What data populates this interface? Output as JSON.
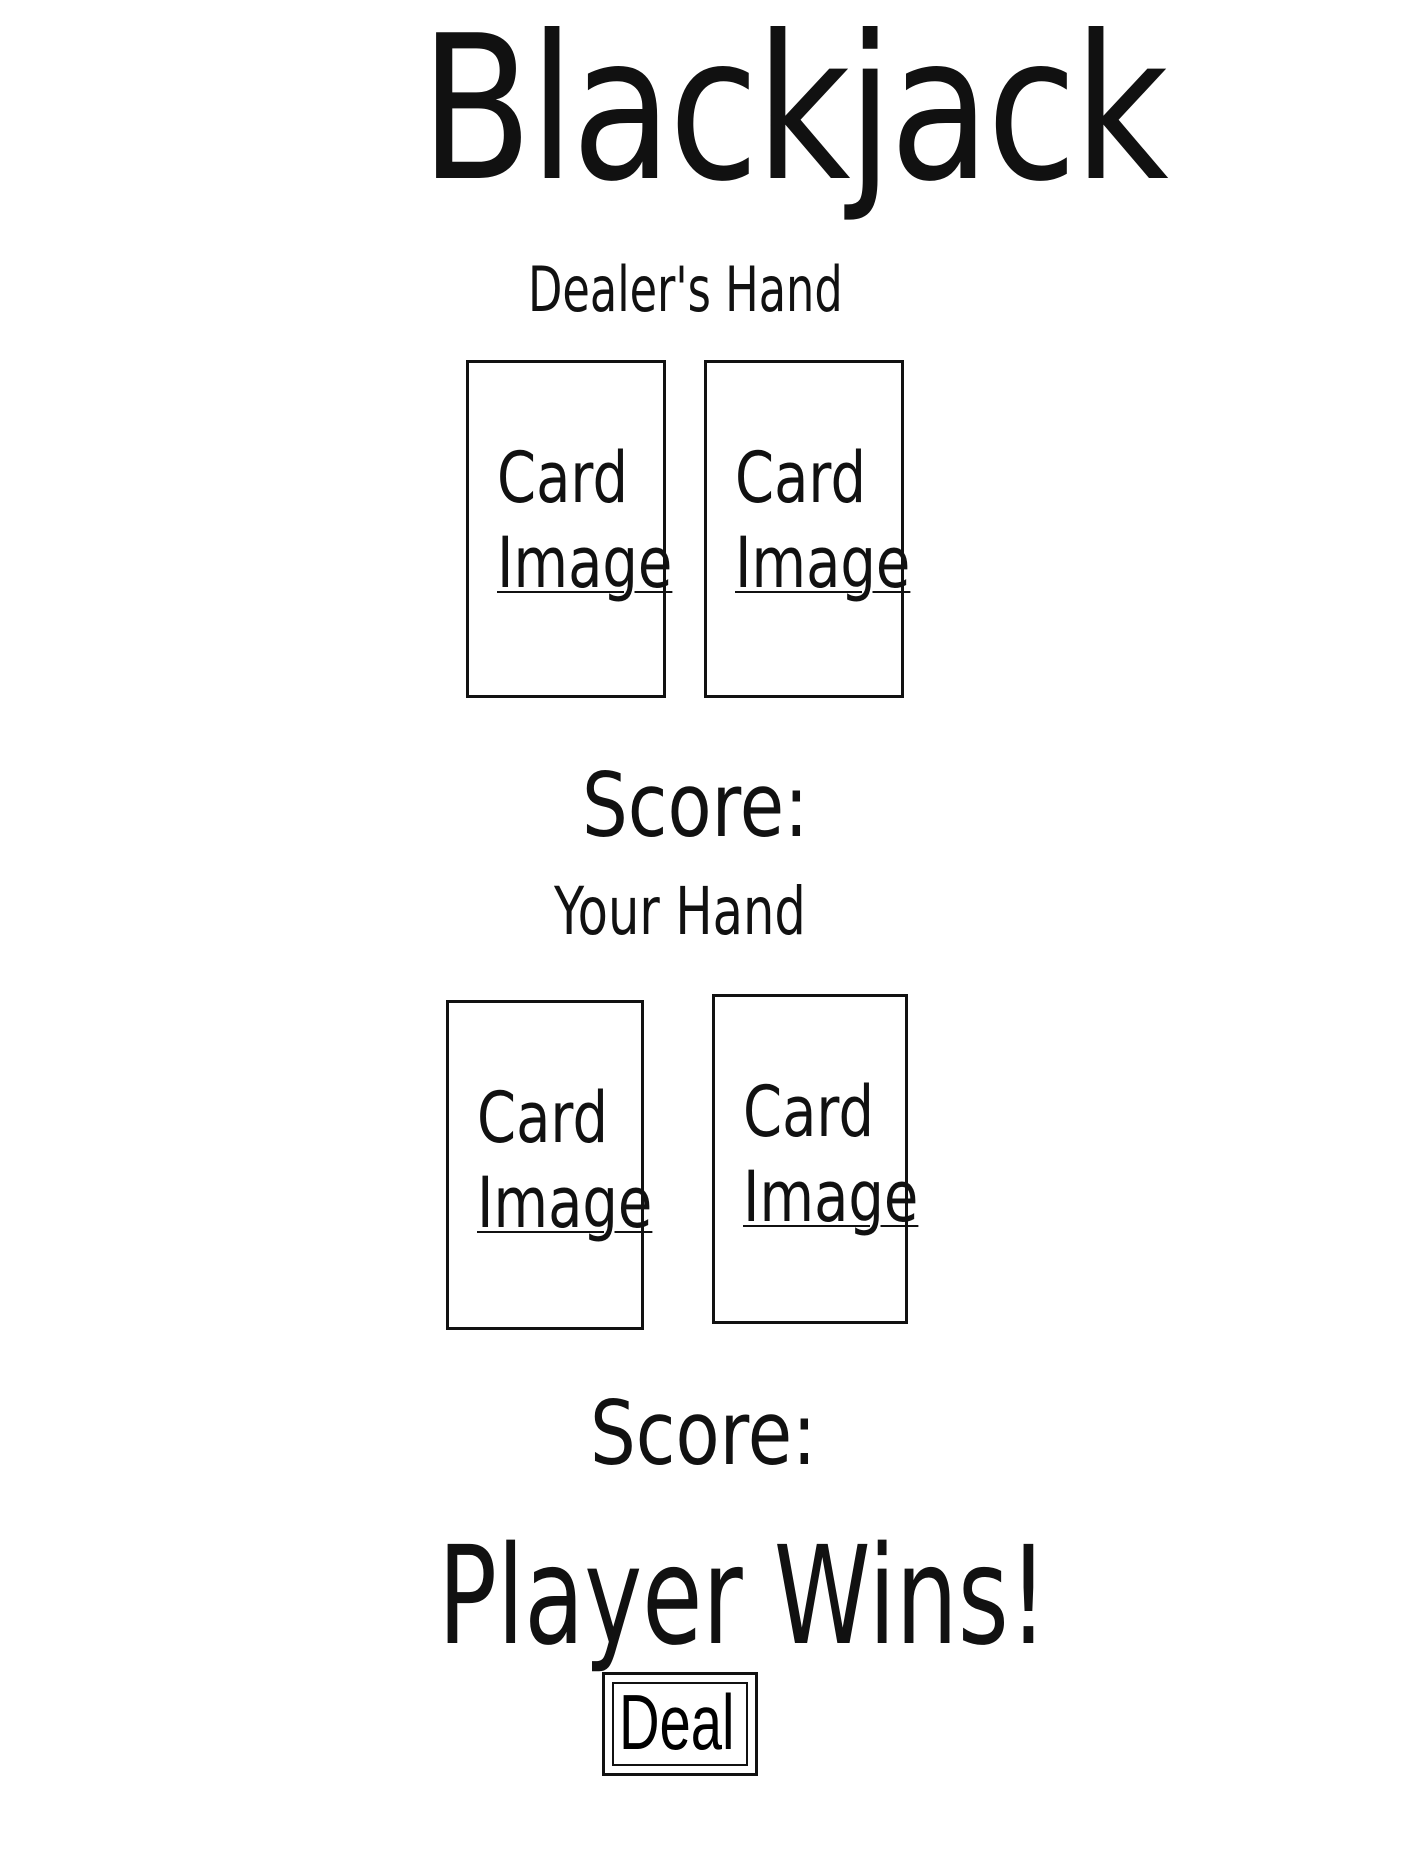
{
  "title": "Blackjack",
  "dealer": {
    "label": "Dealer's Hand",
    "cards": [
      {
        "line1": "Card",
        "line2": "Image"
      },
      {
        "line1": "Card",
        "line2": "Image"
      }
    ],
    "score_label": "Score:"
  },
  "player": {
    "label": "Your Hand",
    "cards": [
      {
        "line1": "Card",
        "line2": "Image"
      },
      {
        "line1": "Card",
        "line2": "Image"
      }
    ],
    "score_label": "Score:"
  },
  "result": "Player Wins!",
  "deal_button": "Deal"
}
